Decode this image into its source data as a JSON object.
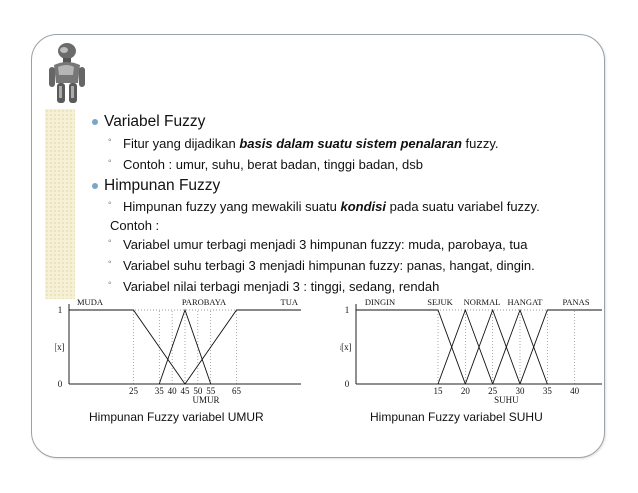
{
  "slide": {
    "items": [
      {
        "level": 1,
        "text": "Variabel Fuzzy"
      },
      {
        "level": 2,
        "parts": [
          {
            "t": "Fitur yang dijadikan "
          },
          {
            "t": "basis dalam suatu sistem penalaran",
            "bi": true
          },
          {
            "t": " fuzzy."
          }
        ]
      },
      {
        "level": 2,
        "text": "Contoh : umur, suhu, berat badan, tinggi badan, dsb"
      },
      {
        "level": 1,
        "text": "Himpunan Fuzzy"
      },
      {
        "level": 2,
        "parts": [
          {
            "t": "Himpunan fuzzy yang mewakili suatu "
          },
          {
            "t": "kondisi",
            "bi": true
          },
          {
            "t": " pada suatu variabel fuzzy."
          }
        ]
      },
      {
        "level": "plain",
        "text": "Contoh :"
      },
      {
        "level": 2,
        "text": "Variabel umur terbagi menjadi 3 himpunan fuzzy: muda, parobaya, tua"
      },
      {
        "level": 2,
        "text": "Variabel suhu terbagi 3 menjadi himpunan fuzzy: panas, hangat, dingin."
      },
      {
        "level": 2,
        "text": "Variabel nilai terbagi menjadi 3 : tinggi, sedang, rendah"
      }
    ]
  },
  "chart_data": [
    {
      "type": "line",
      "xlabel": "UMUR",
      "ylabel": "μ[x]",
      "xlim": [
        0,
        90
      ],
      "ylim": [
        0,
        1
      ],
      "x_ticks": [
        25,
        35,
        40,
        45,
        50,
        55,
        65
      ],
      "y_ticks": [
        0,
        1
      ],
      "series": [
        {
          "name": "MUDA",
          "points": [
            [
              0,
              1
            ],
            [
              25,
              1
            ],
            [
              45,
              0
            ]
          ]
        },
        {
          "name": "PAROBAYA",
          "points": [
            [
              35,
              0
            ],
            [
              45,
              1
            ],
            [
              55,
              0
            ]
          ]
        },
        {
          "name": "TUA",
          "points": [
            [
              45,
              0
            ],
            [
              65,
              1
            ],
            [
              90,
              1
            ]
          ]
        }
      ],
      "caption": "Himpunan Fuzzy variabel UMUR"
    },
    {
      "type": "line",
      "xlabel": "SUHU",
      "ylabel": "μ[x]",
      "xlim": [
        0,
        45
      ],
      "ylim": [
        0,
        1
      ],
      "x_ticks": [
        15,
        20,
        25,
        30,
        35,
        40
      ],
      "y_ticks": [
        0,
        1
      ],
      "series": [
        {
          "name": "DINGIN",
          "points": [
            [
              0,
              1
            ],
            [
              15,
              1
            ],
            [
              20,
              0
            ]
          ]
        },
        {
          "name": "SEJUK",
          "points": [
            [
              15,
              0
            ],
            [
              20,
              1
            ],
            [
              25,
              0
            ]
          ]
        },
        {
          "name": "NORMAL",
          "points": [
            [
              20,
              0
            ],
            [
              25,
              1
            ],
            [
              30,
              0
            ]
          ]
        },
        {
          "name": "HANGAT",
          "points": [
            [
              25,
              0
            ],
            [
              30,
              1
            ],
            [
              35,
              0
            ]
          ]
        },
        {
          "name": "PANAS",
          "points": [
            [
              30,
              0
            ],
            [
              35,
              1
            ],
            [
              45,
              1
            ]
          ]
        }
      ],
      "caption": "Himpunan Fuzzy variabel SUHU"
    }
  ]
}
